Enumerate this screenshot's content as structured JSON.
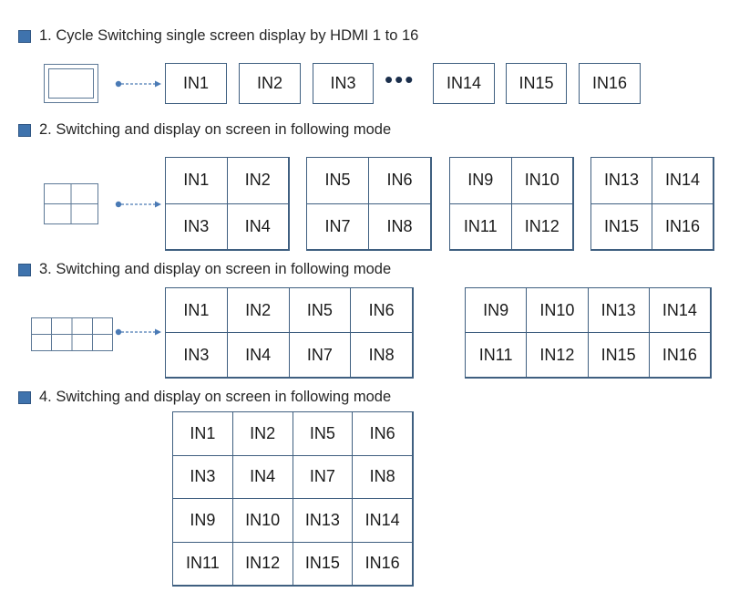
{
  "sections": [
    {
      "heading": "1. Cycle Switching single screen display by HDMI 1 to 16",
      "cells": [
        "IN1",
        "IN2",
        "IN3",
        "IN14",
        "IN15",
        "IN16"
      ],
      "ellipsis": "•••"
    },
    {
      "heading": "2. Switching and display on screen in following mode",
      "groups": [
        [
          "IN1",
          "IN2",
          "IN3",
          "IN4"
        ],
        [
          "IN5",
          "IN6",
          "IN7",
          "IN8"
        ],
        [
          "IN9",
          "IN10",
          "IN11",
          "IN12"
        ],
        [
          "IN13",
          "IN14",
          "IN15",
          "IN16"
        ]
      ]
    },
    {
      "heading": "3. Switching and display on screen in following mode",
      "groups": [
        [
          "IN1",
          "IN2",
          "IN5",
          "IN6",
          "IN3",
          "IN4",
          "IN7",
          "IN8"
        ],
        [
          "IN9",
          "IN10",
          "IN13",
          "IN14",
          "IN11",
          "IN12",
          "IN15",
          "IN16"
        ]
      ]
    },
    {
      "heading": "4. Switching and display on screen in following mode",
      "grid": [
        "IN1",
        "IN2",
        "IN5",
        "IN6",
        "IN3",
        "IN4",
        "IN7",
        "IN8",
        "IN9",
        "IN10",
        "IN13",
        "IN14",
        "IN11",
        "IN12",
        "IN15",
        "IN16"
      ]
    }
  ],
  "colors": {
    "bullet": "#3f73ad",
    "border": "#3f5f80",
    "arrow": "#4a7ab5"
  }
}
